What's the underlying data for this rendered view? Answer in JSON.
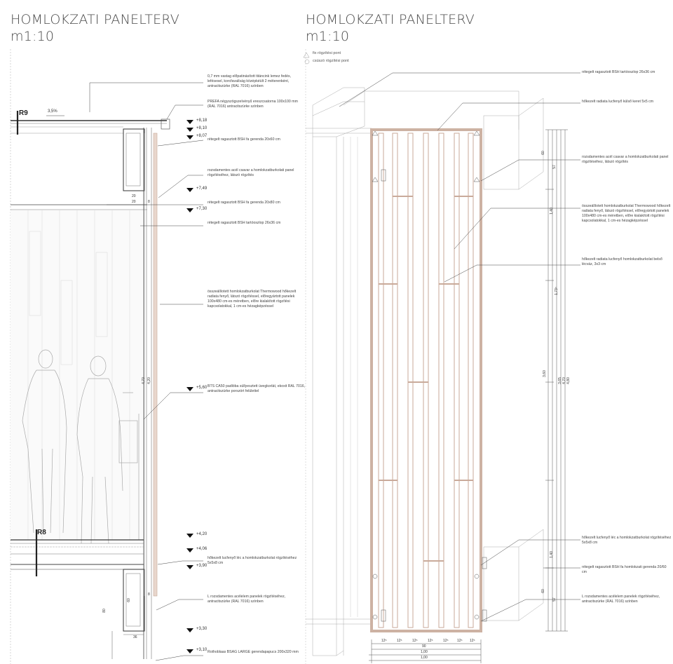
{
  "left": {
    "title": "HOMLOKZATI PANELTERV",
    "scale": "m1:10",
    "marks": {
      "r9": "R9",
      "r8": "R8",
      "slope": "3,5%"
    },
    "levels": [
      "+8,18",
      "+8,10",
      "+8,07",
      "+7,49",
      "+7,30",
      "+5,60",
      "+4,20",
      "+4,06",
      "+3,90",
      "+3,30",
      "+3,10"
    ],
    "notes": {
      "n1": "0,7 mm vastag előpatinásított titáncink lemez fedés, lefésesel, korcfavalíság középkéült 2 méterenként, antracitszürke (RAL 7016) színben",
      "n2": "PREFA négyszögszelvényű ereszcsatorna 100x100 mm (RAL 7016) antracitszürke színben",
      "n3": "rétegelt ragasztott BSH fa gerenda 20x60 cm",
      "n4": "rozsdamentes acél csavar a homlokzatburkolati panel rögzítéséhez, látszó rögzítés",
      "n5": "rétegelt ragasztott BSH fa gerenda 20x80 cm",
      "n6": "rétegelt ragasztott BSH tartóoszlop 26x36 cm",
      "n7": "összeállíotett homlokzatburkolat Thermowood hőkezelt radiata fenyő, látszó rögzítéssel, előregyártott panelek 100x480 cm-es méretben, előre kialakított rögzítési kapcsolatokkal, 1 cm-es hézagképzéssel",
      "n8": "BTS CA50 padlóba süllyesztett üvegkorlát, ekoxit RAL 7016, antracitszürke porszórt felülettel",
      "n9": "hőkezelt lucfenyő léc a homlokzatburkolat rögzítéséhez 5x5x8 cm",
      "n10": "L rozsdamentes acélelem panelek rögzítéséhez, antracitszürke (RAL 7016) színben",
      "n11": "Rothoblaas BSAG LARGE gerendapapucs 200x320 mm"
    },
    "dims": [
      "20",
      "20",
      "8",
      "4,70",
      "4,20",
      "80",
      "60",
      "36",
      "8"
    ]
  },
  "right": {
    "title": "HOMLOKZATI PANELTERV",
    "scale": "m1:10",
    "legend": [
      "fix rögzítési pont",
      "csúszó rögzítési pont"
    ],
    "notes": {
      "r1": "rétegelt ragasztott BSH tartóoszlop 26x36 cm",
      "r2": "hőkezelt radiata lucfenyő külső keret 5x5 cm",
      "r3": "rozsdamentes acél csavar a homlokzatburkolati panel rögzítéséhez, látszó rögzítés",
      "r4": "összeállíotett homlokzatburkolat Thermowood hőkezelt radiata fenyő, látszó rögzítéssel, előregyártott panelek 100x480 cm-es méretben, előre kialakított rögzítési kapcsolatokkal, 1 cm-es hézagképzéssel",
      "r5": "hőkezelt radiata lucfenyő homlokzatburkolat belső lécváz, 3x3 cm",
      "r6": "hőkezelt lucfenyő léc a homlokzatburkolat rögzítéséhez 5x5x8 cm",
      "r7": "rétegelt ragasztott BSH fa homlokzati gerenda 20/60 cm",
      "r8": "L rozsdamentes acélelem panelek rögzítéséhez, antracitszürke (RAL 7016) színben"
    },
    "bottom_dims": [
      "12⁵",
      "12⁵",
      "12⁵",
      "12⁵",
      "12⁵",
      "12⁵",
      "12⁵",
      "90",
      "1,00",
      "1,00"
    ],
    "side_dims": [
      "60",
      "57",
      "1,40",
      "1,73⁵",
      "3,60",
      "3,65",
      "4,70",
      "4,80",
      "1,40",
      "60",
      "57"
    ]
  }
}
